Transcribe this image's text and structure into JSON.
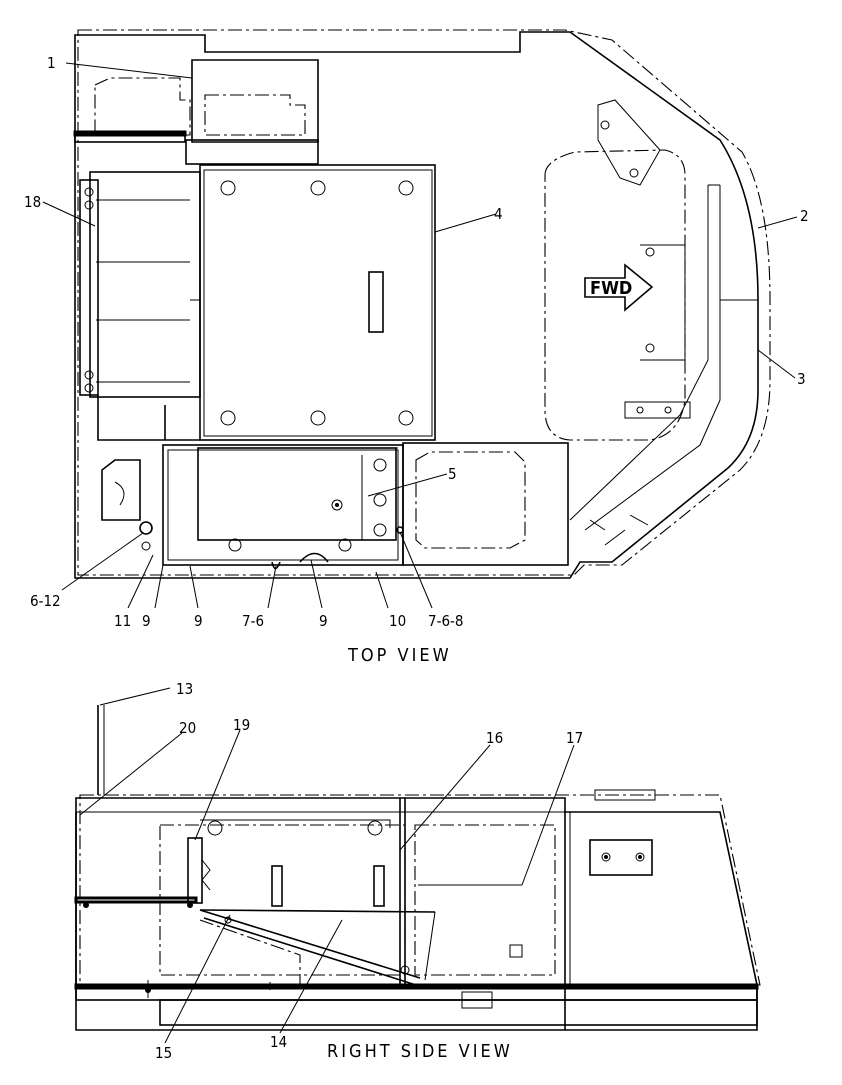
{
  "views": {
    "top": "TOP VIEW",
    "side": "RIGHT SIDE VIEW"
  },
  "fwd_arrow": "FWD",
  "callouts": {
    "c1": "1",
    "c2": "2",
    "c3": "3",
    "c4": "4",
    "c5": "5",
    "c6_12": "6-12",
    "c11": "11",
    "c9a": "9",
    "c9b": "9",
    "c7_6": "7-6",
    "c9c": "9",
    "c10": "10",
    "c7_6_8": "7-6-8",
    "c18": "18",
    "c13": "13",
    "c20": "20",
    "c19": "19",
    "c16": "16",
    "c17": "17",
    "c15": "15",
    "c14": "14"
  }
}
